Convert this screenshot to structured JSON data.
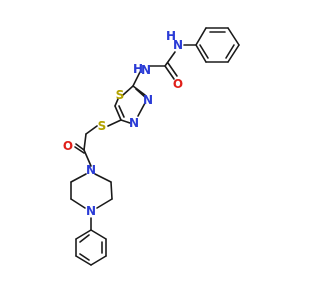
{
  "molecule": {
    "atom_labels": {
      "thiadiazole_s": "S",
      "thioether_s": "S",
      "urea_nh_1": "N",
      "urea_h_1": "H",
      "urea_nh_2": "N",
      "urea_h_2": "H",
      "urea_o": "O",
      "thiadiazole_n_right": "N",
      "thiadiazole_n_left": "N",
      "ketone_o": "O",
      "piperazine_n_top": "N",
      "piperazine_n_bottom": "N"
    },
    "colors": {
      "bond": "#1a1a1a",
      "sulfur": "#b3a300",
      "nitrogen": "#2a3bd6",
      "oxygen": "#e0201a"
    }
  }
}
